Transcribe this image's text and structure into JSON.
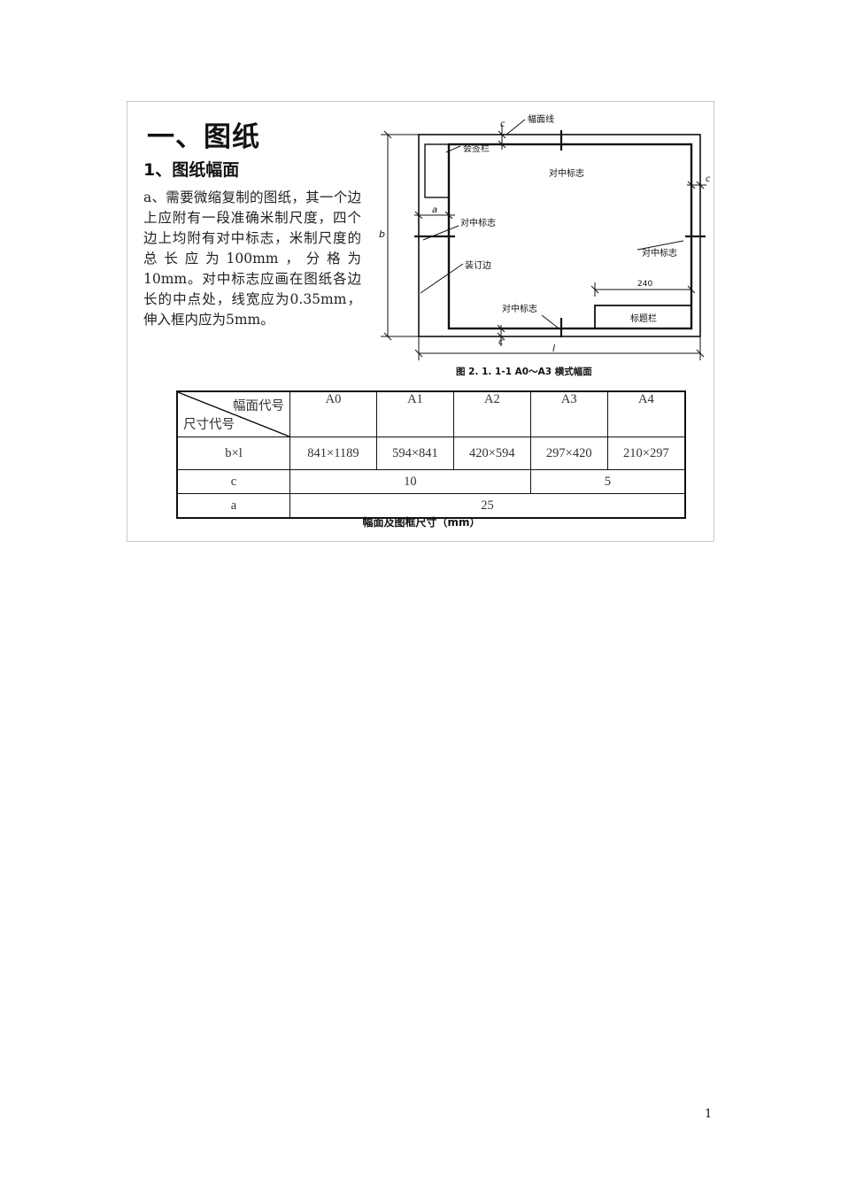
{
  "slide": {
    "title": "一、图纸",
    "subtitle": "1、图纸幅面",
    "body": "a、需要微缩复制的图纸，其一个边上应附有一段准确米制尺度，四个边上均附有对中标志，米制尺度的总长应为100mm，分格为10mm。对中标志应画在图纸各边长的中点处，线宽应为0.35mm，伸入框内应为5mm。"
  },
  "diagram": {
    "label_border_line": "幅面线",
    "label_countersign": "会签栏",
    "label_center_mark_top": "对中标志",
    "label_center_mark_left": "对中标志",
    "label_center_mark_right": "对中标志",
    "label_center_mark_bottom": "对中标志",
    "label_binding_edge": "装订边",
    "label_title_block": "标题栏",
    "dim_c_top": "c",
    "dim_c_right": "c",
    "dim_c_bottom": "c",
    "dim_a": "a",
    "dim_b": "b",
    "dim_l": "l",
    "dim_240": "240",
    "caption": "图 2. 1. 1-1    A0～A3 横式幅面"
  },
  "table": {
    "corner_top": "幅面代号",
    "corner_bottom": "尺寸代号",
    "headers": [
      "A0",
      "A1",
      "A2",
      "A3",
      "A4"
    ],
    "row_bxl": {
      "label": "b×l",
      "values": [
        "841×1189",
        "594×841",
        "420×594",
        "297×420",
        "210×297"
      ]
    },
    "row_c": {
      "label": "c",
      "values": [
        "10",
        "5"
      ]
    },
    "row_a": {
      "label": "a",
      "values": [
        "25"
      ]
    },
    "caption": "幅面及图框尺寸（mm）"
  },
  "page_number": "1"
}
